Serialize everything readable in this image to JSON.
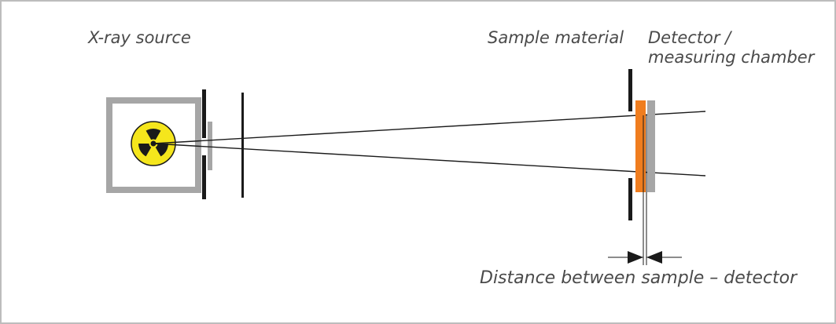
{
  "labels": {
    "xray_source": "X-ray source",
    "sample_material": "Sample material",
    "detector_line1": "Detector /",
    "detector_line2": "measuring chamber",
    "distance": "Distance between sample – detector"
  },
  "colors": {
    "housing": "#a6a6a6",
    "radiation_symbol": "#f5e61c",
    "aperture": "#1a1a1a",
    "sample": "#f07d1e",
    "detector": "#a6a6a6",
    "text": "#4a4a4a",
    "frame": "#bdbdbd"
  },
  "icons": {
    "radiation": "radiation-trefoil-icon",
    "arrows": "dimension-arrow-icon"
  }
}
